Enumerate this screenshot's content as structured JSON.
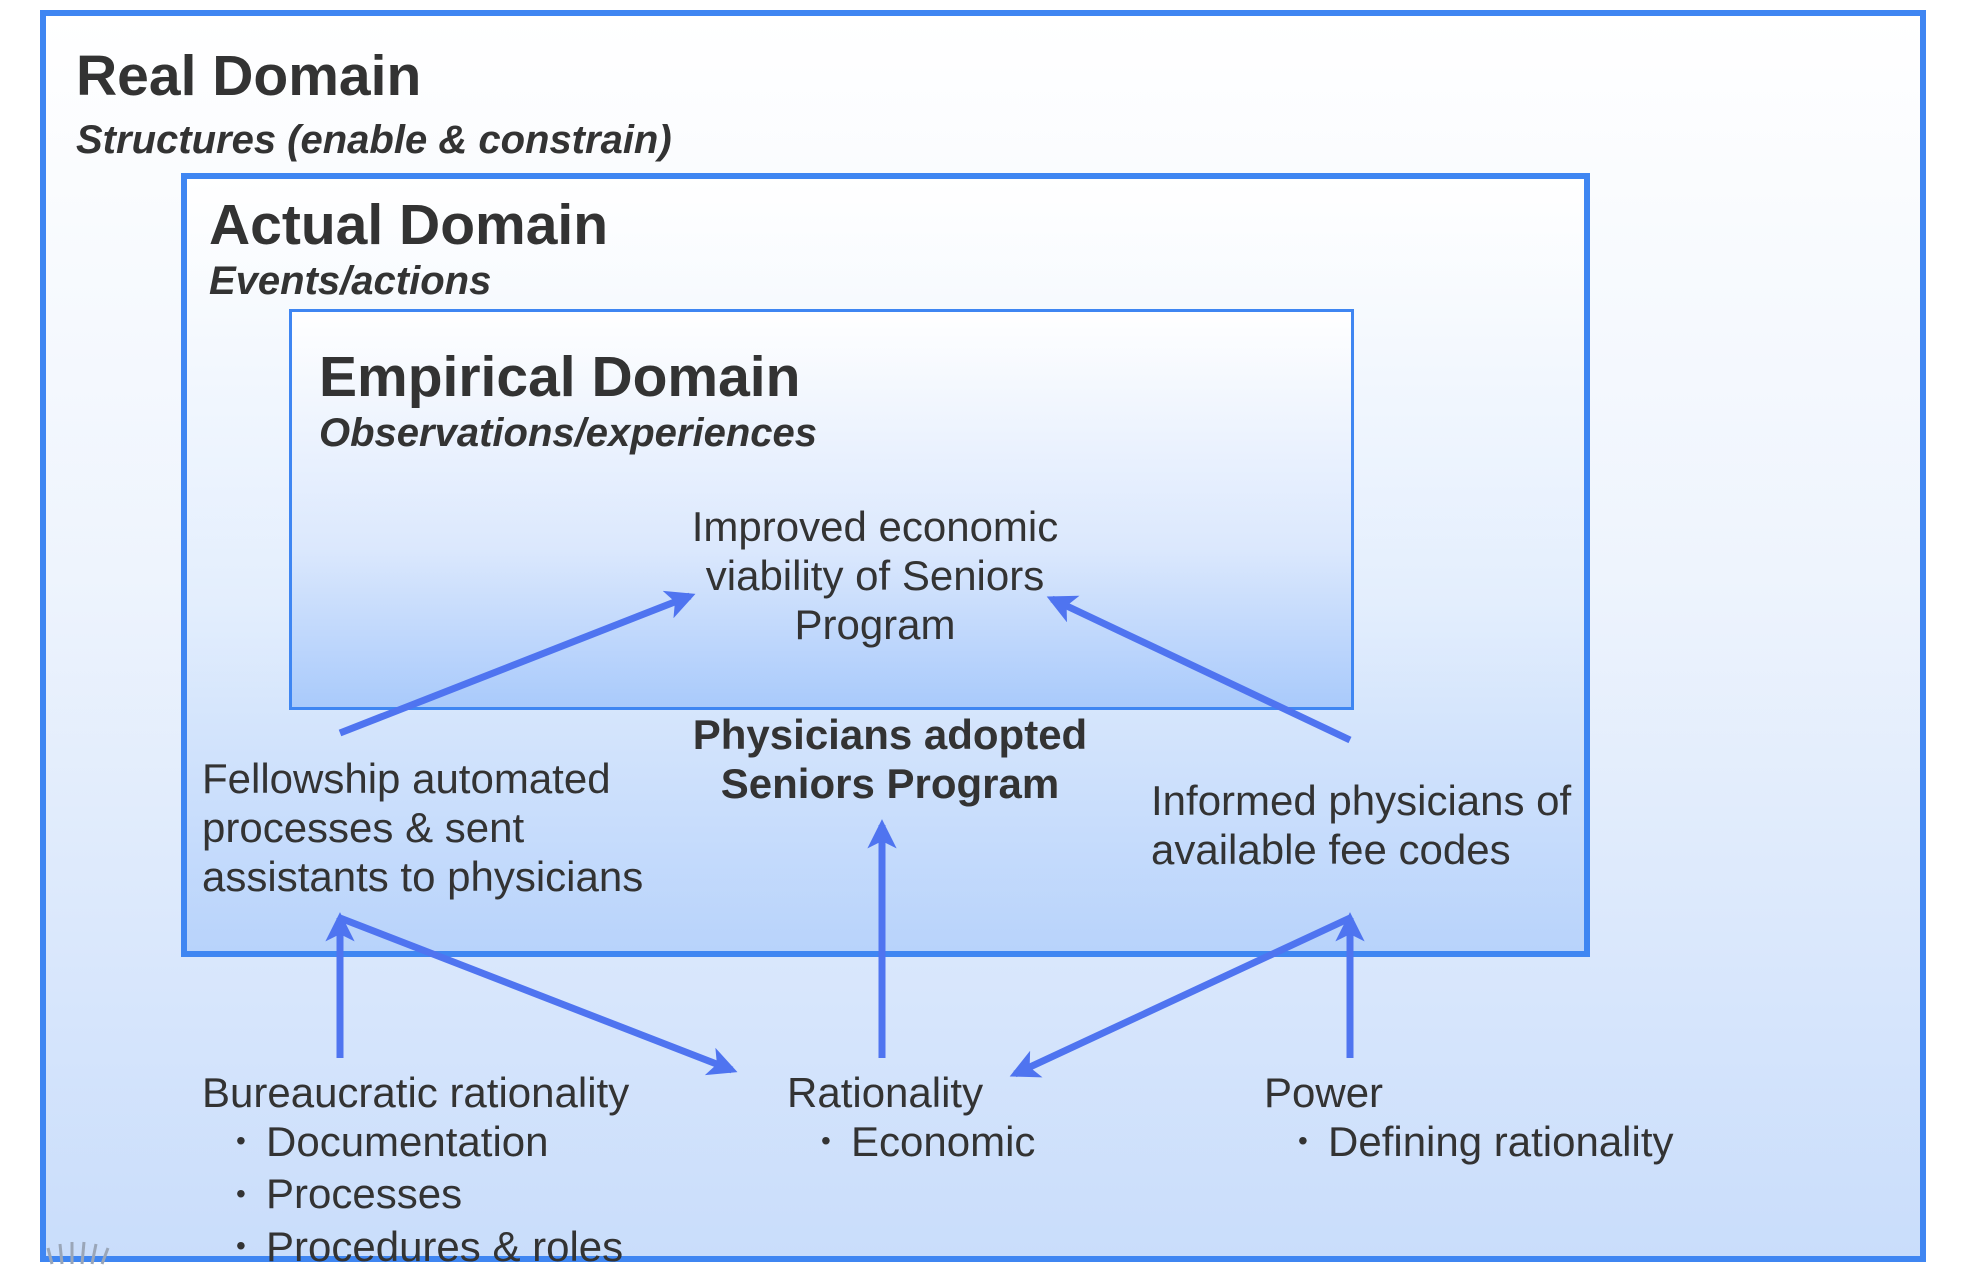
{
  "real_domain": {
    "title": "Real Domain",
    "subtitle": "Structures (enable & constrain)"
  },
  "actual_domain": {
    "title": "Actual Domain",
    "subtitle": "Events/actions"
  },
  "empirical_domain": {
    "title": "Empirical Domain",
    "subtitle": "Observations/experiences"
  },
  "outcome": {
    "lines": [
      "Improved economic",
      "viability of Seniors",
      "Program"
    ]
  },
  "events": {
    "fellowship": [
      "Fellowship automated",
      "processes & sent",
      "assistants to physicians"
    ],
    "adopted": [
      "Physicians adopted",
      "Seniors Program"
    ],
    "informed": [
      "Informed physicians of",
      "available fee codes"
    ]
  },
  "structures": {
    "bureaucratic": {
      "heading": "Bureaucratic rationality",
      "bullets": [
        "Documentation",
        "Processes",
        "Procedures & roles"
      ]
    },
    "rationality": {
      "heading": "Rationality",
      "bullets": [
        "Economic"
      ]
    },
    "power": {
      "heading": "Power",
      "bullets": [
        "Defining rationality"
      ]
    }
  },
  "colors": {
    "border": "#3f86f2",
    "arrow": "#4f74f0",
    "text": "#333333"
  }
}
